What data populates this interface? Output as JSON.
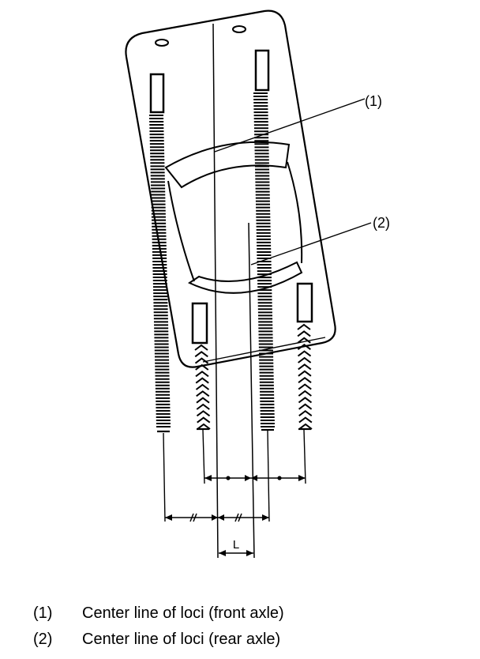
{
  "callouts": {
    "front": "(1)",
    "rear": "(2)"
  },
  "dimension": {
    "label": "L"
  },
  "legend": [
    {
      "number": "(1)",
      "text": "Center line of loci (front axle)"
    },
    {
      "number": "(2)",
      "text": "Center line of loci (rear axle)"
    }
  ],
  "colors": {
    "ink": "#000000",
    "paper": "#ffffff"
  }
}
